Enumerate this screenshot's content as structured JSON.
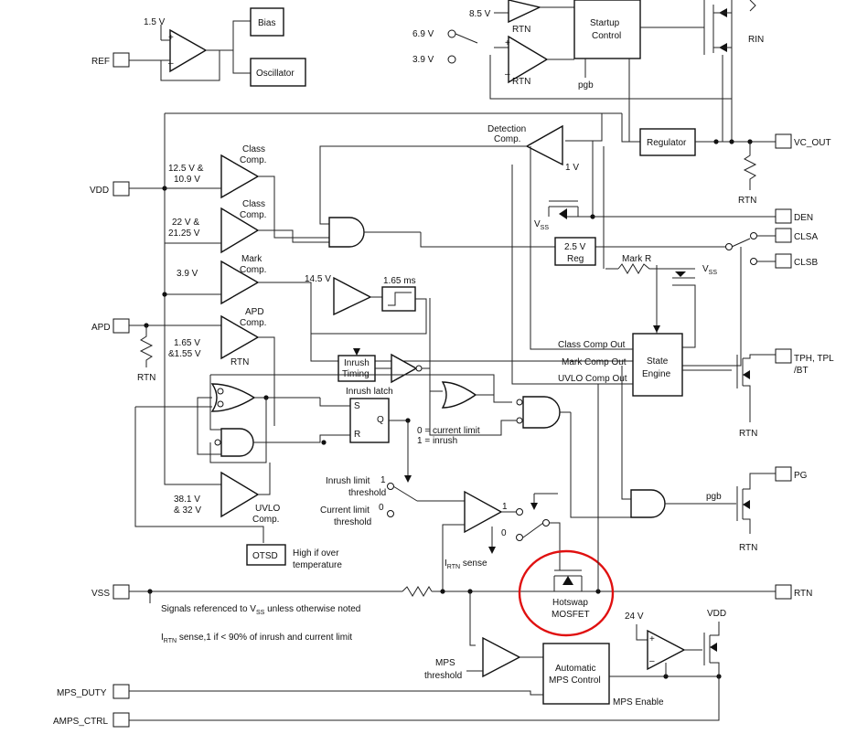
{
  "pins": {
    "ref": "REF",
    "vdd": "VDD",
    "apd": "APD",
    "vss": "VSS",
    "mps_duty": "MPS_DUTY",
    "amps_ctrl": "AMPS_CTRL",
    "vc_out": "VC_OUT",
    "den": "DEN",
    "clsa": "CLSA",
    "clsb": "CLSB",
    "tph": "TPH, TPL",
    "tph2": "/BT",
    "pg": "PG",
    "rtn": "RTN"
  },
  "blocks": {
    "bias": "Bias",
    "oscillator": "Oscillator",
    "startup1": "Startup",
    "startup2": "Control",
    "regulator": "Regulator",
    "reg1": "2.5 V",
    "reg2": "Reg",
    "state1": "State",
    "state2": "Engine",
    "inrush1": "Inrush",
    "inrush2": "Timing",
    "otsd": "OTSD",
    "mps1": "Automatic",
    "mps2": "MPS Control",
    "timer": "1.65 ms"
  },
  "labels": {
    "v15": "1.5 V",
    "v85": "8.5 V",
    "v69": "6.9 V",
    "v39a": "3.9 V",
    "rtn": "RTN",
    "pgb": "pgb",
    "rin": "RIN",
    "det1": "Detection",
    "det2": "Comp.",
    "v1": "1 V",
    "class": "Class",
    "comp": "Comp.",
    "c1a": "12.5 V &",
    "c1b": "10.9 V",
    "c2a": "22 V &",
    "c2b": "21.25 V",
    "mark": "Mark",
    "v39b": "3.9 V",
    "apdc": "APD",
    "apd_a": "1.65 V",
    "apd_b": "&1.55 V",
    "v145": "14.5 V",
    "vss": "V",
    "vss_sub": "SS",
    "mark_r": "Mark R",
    "class_out": "Class Comp Out",
    "mark_out": "Mark Comp Out",
    "uvlo_out": "UVLO Comp Out",
    "inrush_latch": "Inrush latch",
    "s": "S",
    "r": "R",
    "q": "Q",
    "cur_limit": "0 = current limit",
    "inrush_sel": "1 = inrush",
    "ilt1": "Inrush limit",
    "ilt2": "threshold",
    "one": "1",
    "clt1": "Current limit",
    "zero": "0",
    "uvlo_a": "38.1 V",
    "uvlo_b": "& 32 V",
    "uvlo": "UVLO",
    "otsd1": "High if over",
    "otsd2": "temperature",
    "irtn_i": "I",
    "irtn_sub": "RTN",
    "irtn_sense": " sense",
    "hotswap1": "Hotswap",
    "hotswap2": "MOSFET",
    "note1": "Signals referenced to V",
    "note1_sub": "SS",
    "note1_end": " unless otherwise noted",
    "note2": " sense,1 if < 90% of inrush and current limit",
    "mps_a": "MPS",
    "mps_b": "threshold",
    "mps_en": "MPS Enable",
    "v24": "24 V",
    "vdd_r": "VDD"
  }
}
